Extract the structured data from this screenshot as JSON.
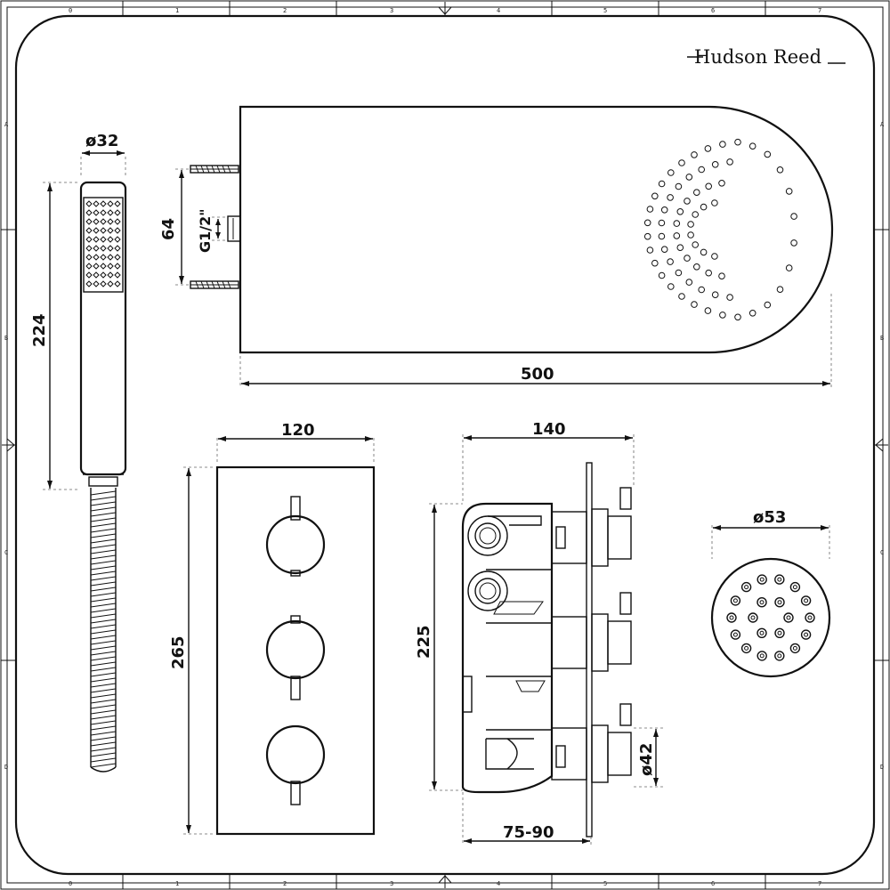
{
  "brand": {
    "name": "Hudson Reed"
  },
  "border": {
    "columns": [
      "0",
      "1",
      "2",
      "3",
      "4",
      "5",
      "6",
      "7"
    ],
    "rows": [
      "A",
      "B",
      "C",
      "D"
    ]
  },
  "dimensions": {
    "handset_diameter": "ø32",
    "handset_length": "224",
    "arm_spacing": "64",
    "arm_thread": "G1/2\"",
    "showerhead_length": "500",
    "valve_width": "120",
    "valve_height": "265",
    "body_depth": "140",
    "body_height": "225",
    "install_depth": "75-90",
    "handle_diameter": "ø42",
    "jet_diameter": "ø53"
  },
  "colors": {
    "line": "#111111",
    "dashed": "#666666",
    "background": "#ffffff"
  }
}
